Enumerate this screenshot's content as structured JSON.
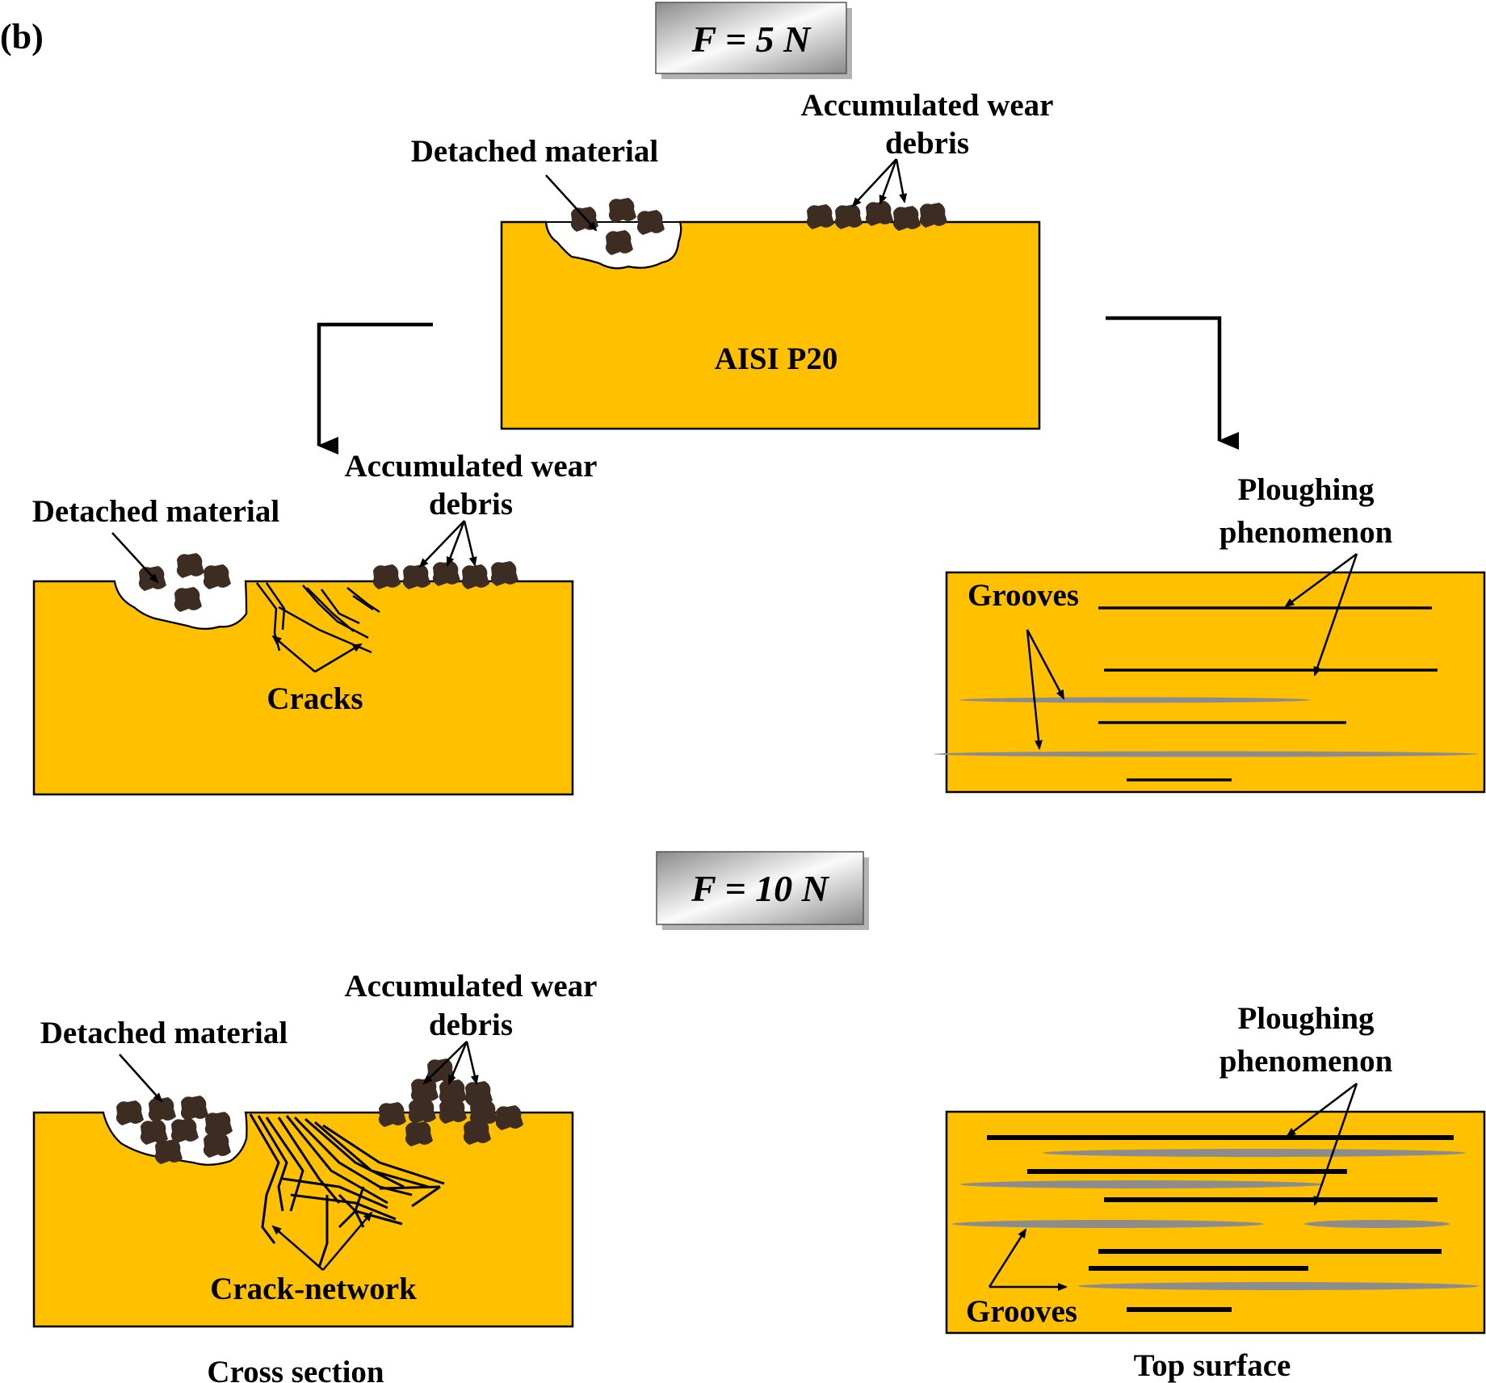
{
  "panel_label": "(b)",
  "forces": {
    "f5": "F = 5 N",
    "f10": "F = 10 N"
  },
  "top": {
    "detached": "Detached material",
    "debris_line1": "Accumulated wear",
    "debris_line2": "debris",
    "material": "AISI P20"
  },
  "row1": {
    "detached": "Detached material",
    "debris_line1": "Accumulated wear",
    "debris_line2": "debris",
    "cracks": "Cracks",
    "ploughing_line1": "Ploughing",
    "ploughing_line2": "phenomenon",
    "grooves": "Grooves"
  },
  "row2": {
    "detached": "Detached material",
    "debris_line1": "Accumulated wear",
    "debris_line2": "debris",
    "cracks": "Crack-network",
    "ploughing_line1": "Ploughing",
    "ploughing_line2": "phenomenon",
    "grooves": "Grooves"
  },
  "captions": {
    "left": "Cross section",
    "right": "Top surface"
  },
  "colors": {
    "block": "#FFC000",
    "debris": "#3d2c22",
    "groove": "#8c8c8c"
  },
  "icons": {
    "debris": "debris-chunk-icon",
    "arrow": "arrow-icon"
  }
}
